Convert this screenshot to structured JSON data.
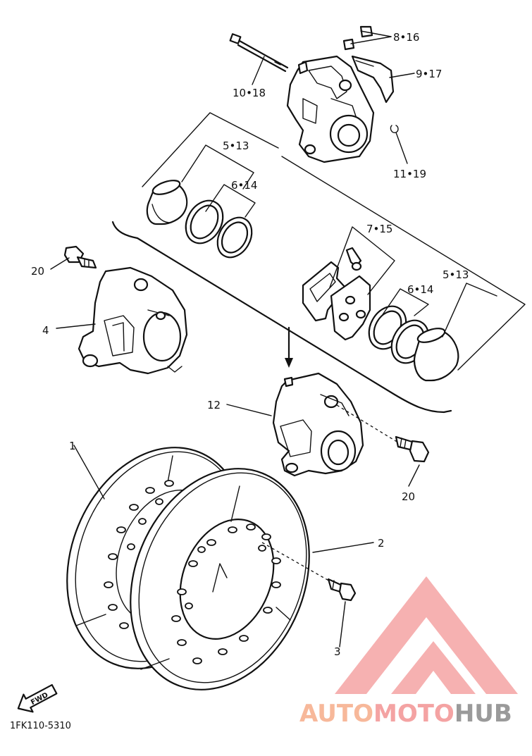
{
  "labels": {
    "p8": "8•16",
    "p9": "9•17",
    "p10": "10•18",
    "p11": "11•19",
    "p5a": "5•13",
    "p6a": "6•14",
    "p7": "7•15",
    "p6b": "6•14",
    "p5b": "5•13",
    "p20a": "20",
    "p4": "4",
    "p12": "12",
    "p20b": "20",
    "p1": "1",
    "p2": "2",
    "p3": "3"
  },
  "fwd_label": "FWD",
  "diagram_code": "1FK110-5310",
  "watermark": {
    "part1": "AUTO",
    "part2": "MOTO",
    "part3": "HUB",
    "color_primary": "#f7b89a",
    "color_accent": "#f4a3a3"
  }
}
